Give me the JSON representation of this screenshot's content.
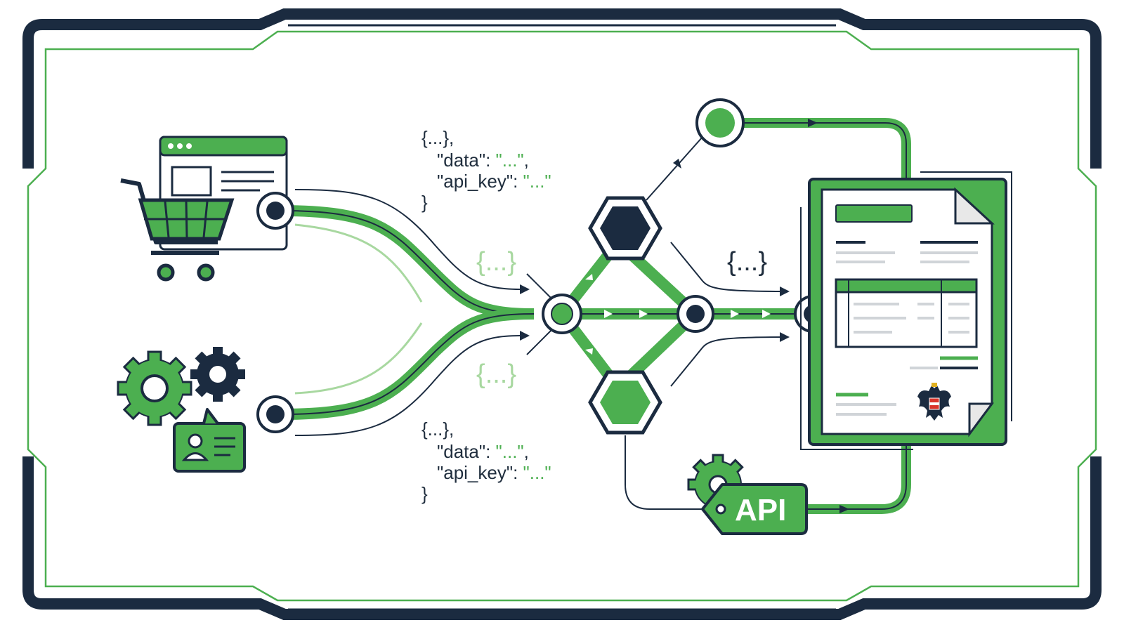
{
  "colors": {
    "navy": "#1b2b40",
    "green": "#4caf50",
    "green_light": "#a8d8a0",
    "white": "#ffffff"
  },
  "snippets": {
    "top": {
      "line1": "{...},",
      "key1": "\"data\"",
      "val1": "\"...\"",
      "key2": "\"api_key\"",
      "val2": "\"...\"",
      "close": "}"
    },
    "bottom": {
      "line1": "{...},",
      "key1": "\"data\"",
      "val1": "\"...\"",
      "key2": "\"api_key\"",
      "val2": "\"...\"",
      "close": "}"
    },
    "brace_upper": "{...}",
    "brace_lower": "{...}",
    "brace_right": "{...}"
  },
  "api_tag": {
    "label": "API"
  },
  "icons": {
    "shop": [
      "browser-window-icon",
      "shopping-cart-icon"
    ],
    "system": [
      "gear-icon",
      "gear-small-icon",
      "profile-card-icon"
    ],
    "hub": [
      "hexagon-dark-icon",
      "hexagon-green-icon"
    ],
    "document": [
      "invoice-document-icon",
      "eagle-emblem-icon"
    ]
  }
}
